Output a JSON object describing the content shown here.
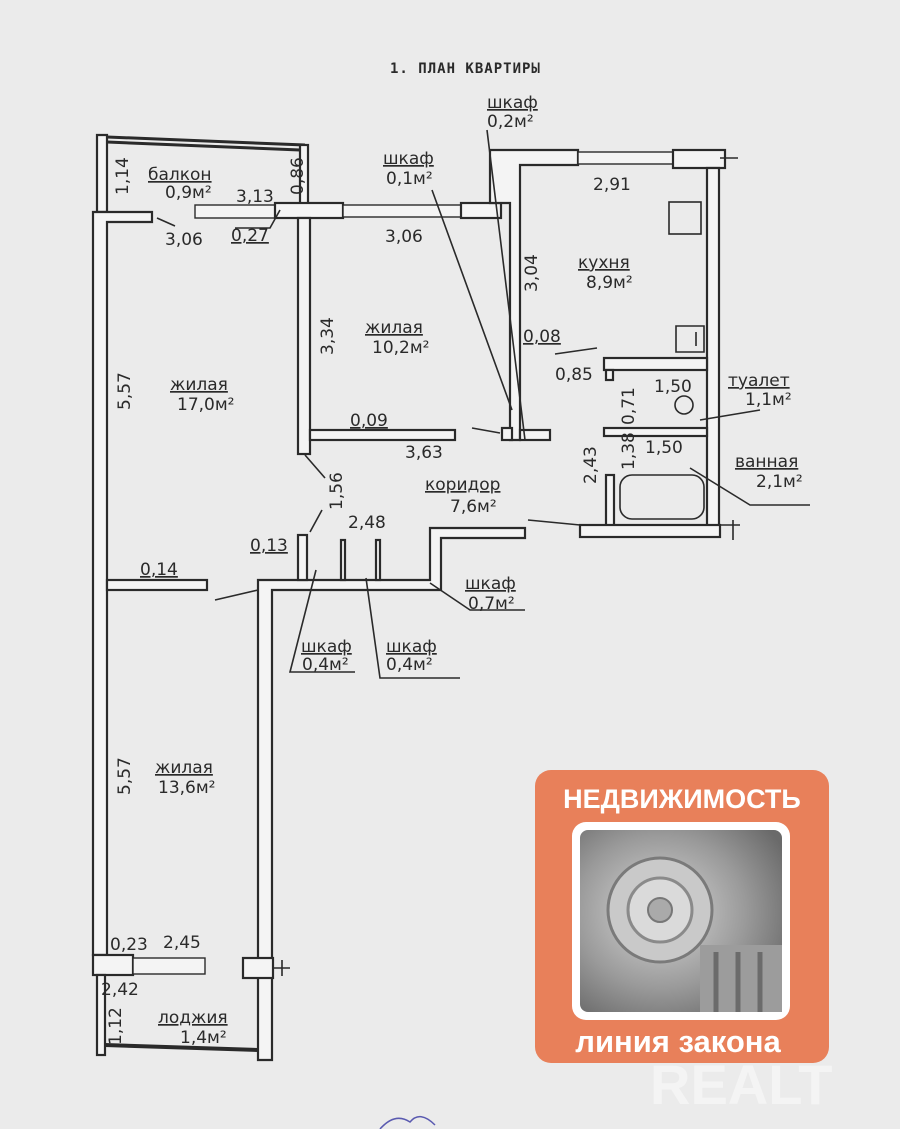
{
  "title": "1. ПЛАН КВАРТИРЫ",
  "rooms": [
    {
      "name": "балкон",
      "area": "0,9м²"
    },
    {
      "name": "жилая",
      "area": "17,0м²"
    },
    {
      "name": "жилая",
      "area": "10,2м²"
    },
    {
      "name": "кухня",
      "area": "8,9м²"
    },
    {
      "name": "туалет",
      "area": "1,1м²"
    },
    {
      "name": "ванная",
      "area": "2,1м²"
    },
    {
      "name": "коридор",
      "area": "7,6м²"
    },
    {
      "name": "жилая",
      "area": "13,6м²"
    },
    {
      "name": "лоджия",
      "area": "1,4м²"
    }
  ],
  "closets": [
    {
      "name": "шкаф",
      "area": "0,2м²"
    },
    {
      "name": "шкаф",
      "area": "0,1м²"
    },
    {
      "name": "шкаф",
      "area": "0,7м²"
    },
    {
      "name": "шкаф",
      "area": "0,4м²"
    },
    {
      "name": "шкаф",
      "area": "0,4м²"
    }
  ],
  "dimensions": {
    "balcony_left": "1,14",
    "balcony_right": "0,86",
    "balcony_width": "3,13",
    "room17_width": "3,06",
    "wall_027": "0,27",
    "room17_height": "5,57",
    "room10_width": "3,06",
    "room10_height": "3,34",
    "room10_bottom": "3,63",
    "wall_009": "0,09",
    "kitchen_width": "2,91",
    "kitchen_height": "3,04",
    "wall_008": "0,08",
    "door_085": "0,85",
    "toilet_width": "1,50",
    "toilet_depth": "0,71",
    "bath_width": "1,50",
    "bath_depth": "1,38",
    "bath_height": "2,43",
    "corridor_156": "1,56",
    "corridor_248": "2,48",
    "wall_013": "0,13",
    "wall_014": "0,14",
    "room13_height": "5,57",
    "wall_023": "0,23",
    "room13_width": "2,45",
    "loggia_width": "2,42",
    "loggia_depth": "1,12"
  },
  "logo": {
    "top": "НЕДВИЖИМОСТЬ",
    "bottom": "линия закона",
    "bg_color": "#e8805a"
  },
  "watermark": "REALT"
}
